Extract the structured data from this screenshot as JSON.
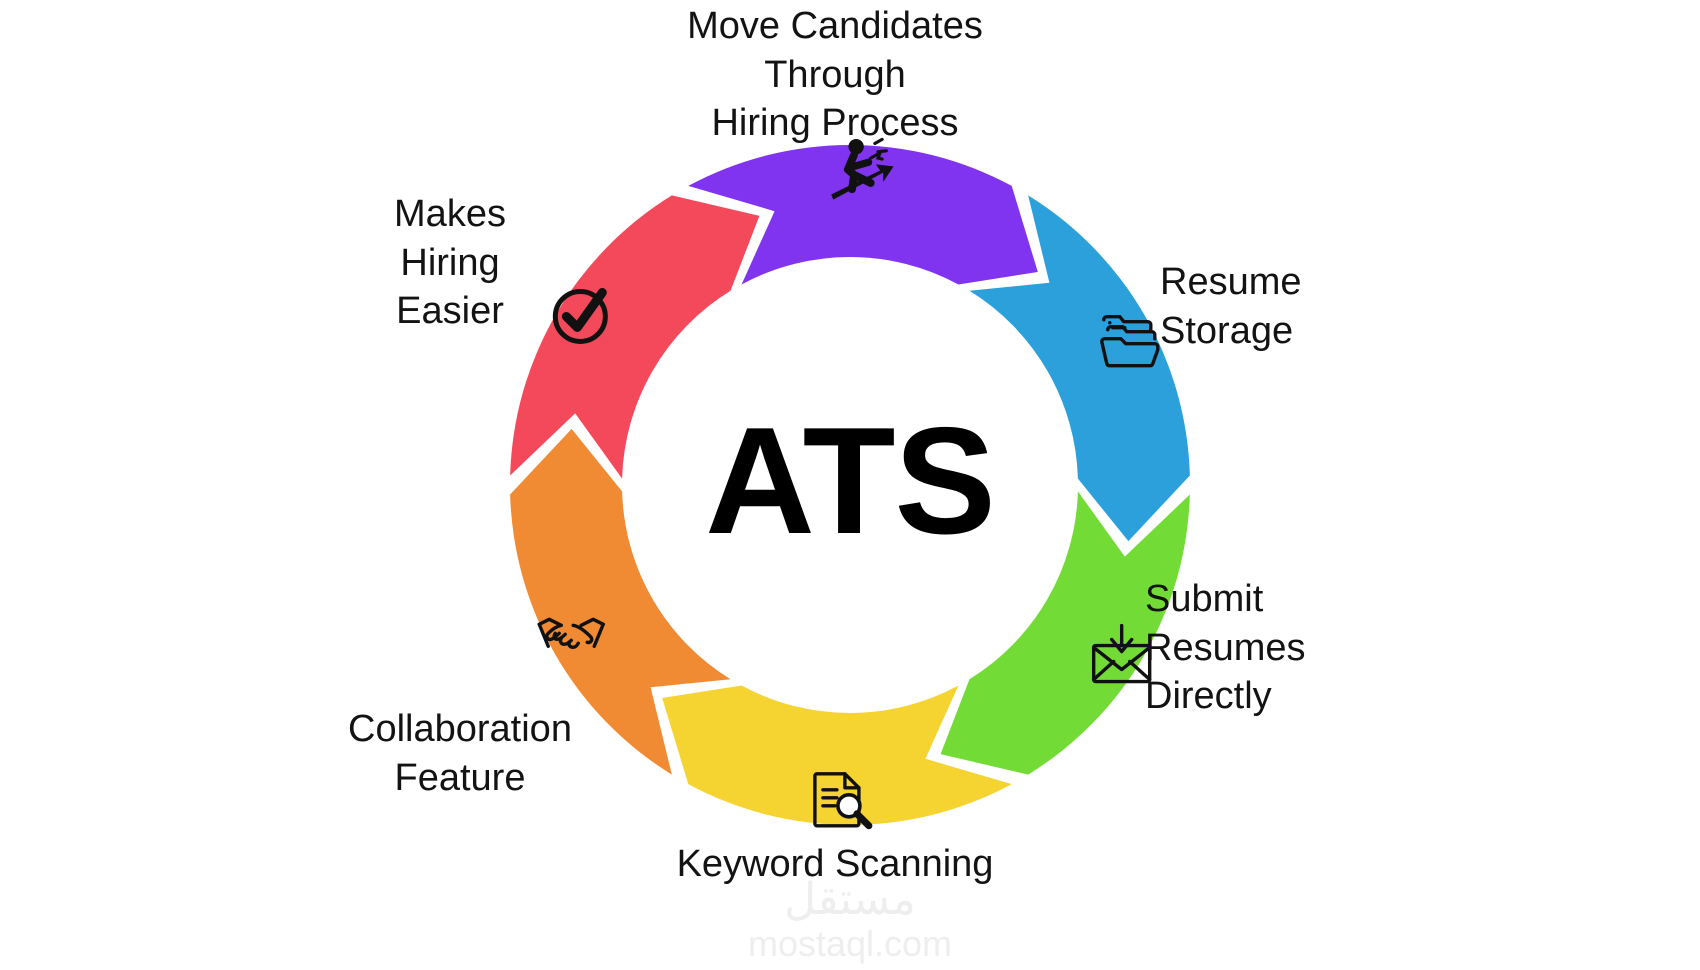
{
  "graphic": {
    "type": "circular-process-diagram",
    "center_label": "ATS",
    "background_color": "#ffffff",
    "text_color": "#131313",
    "segment_count": 6,
    "segments": [
      {
        "id": "move-candidates",
        "label": "Move Candidates\nThrough\nHiring Process",
        "color": "#8134f0",
        "color_name": "purple",
        "icon": "person-climbing-arrow-icon",
        "position": "top"
      },
      {
        "id": "resume-storage",
        "label": "Resume\nStorage",
        "color": "#2ba0db",
        "color_name": "blue",
        "icon": "folders-icon",
        "position": "upper-right"
      },
      {
        "id": "submit-resumes",
        "label": "Submit\nResumes\nDirectly",
        "color": "#73db36",
        "color_name": "green",
        "icon": "envelope-download-icon",
        "position": "lower-right"
      },
      {
        "id": "keyword-scanning",
        "label": "Keyword Scanning",
        "color": "#f5d330",
        "color_name": "yellow",
        "icon": "document-search-icon",
        "position": "bottom"
      },
      {
        "id": "collaboration-feature",
        "label": "Collaboration\nFeature",
        "color": "#f08a33",
        "color_name": "orange",
        "icon": "handshake-icon",
        "position": "lower-left"
      },
      {
        "id": "makes-hiring-easier",
        "label": "Makes\nHiring\nEasier",
        "color": "#f4495a",
        "color_name": "red",
        "icon": "circle-check-icon",
        "position": "upper-left"
      }
    ]
  },
  "watermark": {
    "arabic": "مستقل",
    "domain": "mostaql.com",
    "color": "#eeeeee"
  }
}
